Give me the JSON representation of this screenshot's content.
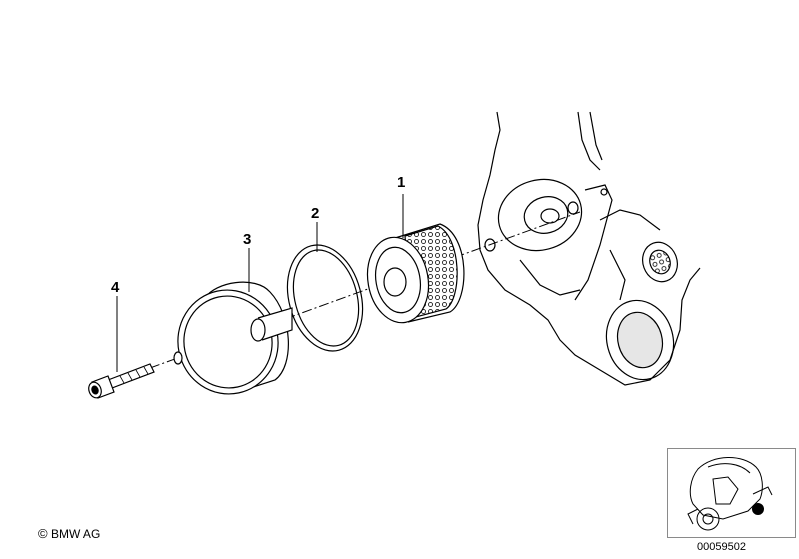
{
  "callouts": {
    "part1": "1",
    "part2": "2",
    "part3": "3",
    "part4": "4"
  },
  "footer": {
    "copyright": "BMW AG",
    "diagram_number": "00059502"
  },
  "icons": {
    "copyright": "copyright-icon",
    "thumbnail": "scooter-location-thumbnail"
  },
  "colors": {
    "line": "#000000",
    "shade": "#d9d9d9",
    "background": "#ffffff"
  }
}
